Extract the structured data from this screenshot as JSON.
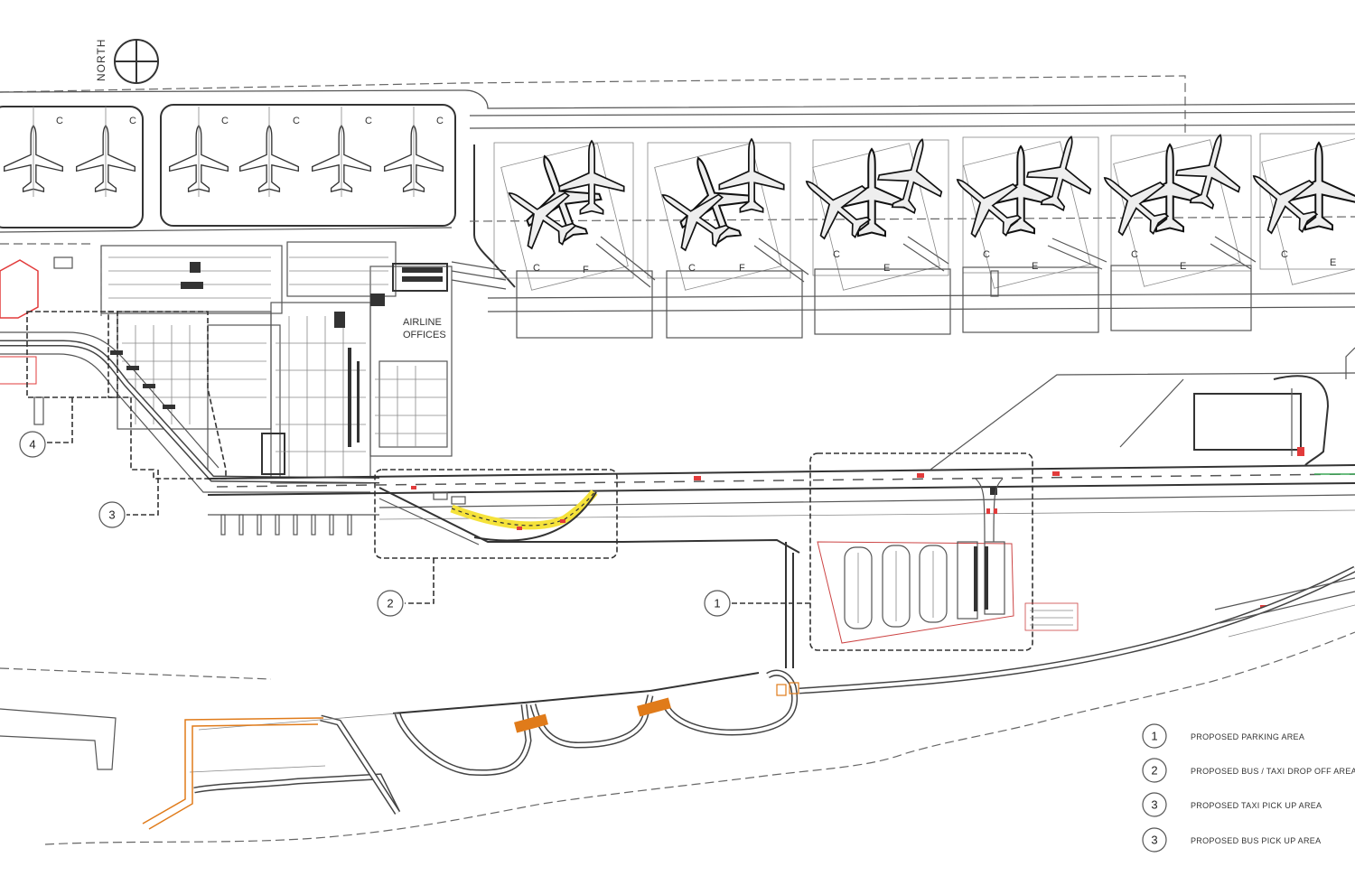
{
  "north_label": "NORTH",
  "building_label": "AIRLINE\nOFFICES",
  "callouts": [
    "1",
    "2",
    "3",
    "4"
  ],
  "stand_codes_left": [
    "C",
    "C",
    "C",
    "C",
    "C",
    "C"
  ],
  "stand_codes_right": [
    "C",
    "F",
    "C",
    "F",
    "C",
    "E",
    "C",
    "E",
    "C",
    "E",
    "C",
    "E"
  ],
  "legend": [
    {
      "num": "1",
      "text": "PROPOSED PARKING AREA"
    },
    {
      "num": "2",
      "text": "PROPOSED BUS / TAXI DROP OFF AREA"
    },
    {
      "num": "3",
      "text": "PROPOSED TAXI PICK UP AREA"
    },
    {
      "num": "3",
      "text": "PROPOSED BUS PICK UP AREA"
    }
  ],
  "colors": {
    "highlight_red": "#e23b3b",
    "path_orange": "#e07b1a",
    "zone_yellow": "#f5e23a",
    "green_line": "#3aa655"
  }
}
